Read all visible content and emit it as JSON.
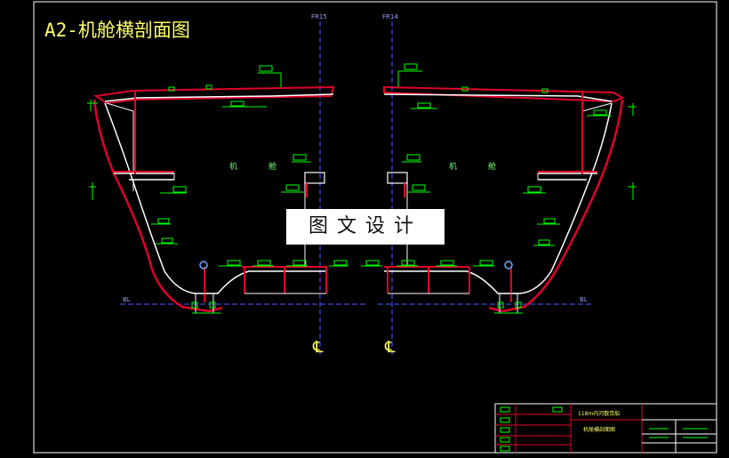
{
  "drawing": {
    "title": "A2-机舱横剖面图",
    "watermark": "图文设计",
    "frames": {
      "left": "FR15",
      "right": "FR14"
    },
    "zone_left": "机 舱",
    "zone_right": "机 舱",
    "baseline": "BL",
    "centerline_symbol": "℄"
  },
  "title_block": {
    "project_name": "118m内河散货船",
    "drawing_name": "机舱横剖面图"
  },
  "colors": {
    "background": "#000000",
    "hull_outline": "#ffffff",
    "shell_plate": "#e0002a",
    "annotation": "#00ff00",
    "title": "#ffff66",
    "centerline": "#4a5bff"
  }
}
